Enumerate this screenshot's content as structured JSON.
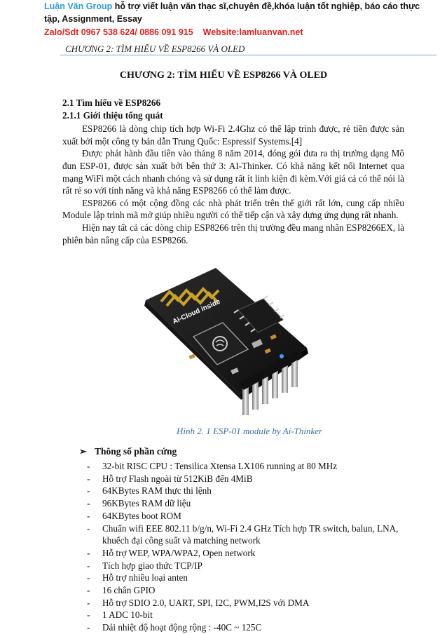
{
  "banner": {
    "brand": "Luận Văn Group",
    "line1_rest": " hỗ trợ viết luận văn thạc sĩ,chuyên đề,khóa luận tốt nghiệp, báo cáo thực",
    "line2": "tập, Assignment, Essay",
    "contact": "Zalo/Sdt 0967 538 624/ 0886 091 915",
    "website": "Website:lamluanvan.net"
  },
  "running_head": "CHƯƠNG 2: TÌM HIỂU VỀ ESP8266 VÀ OLED",
  "chapter_title": "CHƯƠNG 2: TÌM HIỂU VỀ ESP8266 VÀ OLED",
  "section": {
    "h2": "2.1 Tìm hiểu về ESP8266",
    "h3": "2.1.1 Giới thiệu tổng quát",
    "paragraphs": [
      "ESP8266 là dòng chip tích hợp Wi-Fi 2.4Ghz có thể lập trình được, rẻ tiền được sản xuất bởi một công ty bán dẫn Trung Quốc: Espressif Systems.[4]",
      "Được phát hành đầu tiên vào tháng 8 năm 2014, đóng gói đưa ra thị trường dạng Mô đun ESP-01, được sản xuất bởi bên thứ 3: AI-Thinker. Có khả năng kết nối Internet qua mạng WiFi một cách nhanh chóng và sử dụng rất ít linh kiện đi kèm.Với giá cả có thể nói là rất rẻ so với tính năng và khả năng ESP8266 có thể làm được.",
      "ESP8266 có một cộng đồng các nhà phát triển trên thế giới rất lớn, cung cấp nhiều Module lập trình mã mở giúp nhiều người có thể tiếp cận và xây dựng ứng dụng rất nhanh.",
      "Hiện nay tất cả các dòng chip ESP8266 trên thị trường đều mang nhãn ESP8266EX, là phiên bản nâng cấp của ESP8266."
    ]
  },
  "figure": {
    "board_label": "Ai-Cloud inside",
    "caption": "Hình 2. 1 ESP-01 module by Ai-Thinker"
  },
  "specs": {
    "title": "Thông số phần cứng",
    "arrow": "➢",
    "dash": "-",
    "items": [
      "32-bit RISC CPU : Tensilica Xtensa LX106 running at 80 MHz",
      "Hỗ trợ Flash ngoài từ 512KiB đến 4MiB",
      "64KBytes RAM thực thi lệnh",
      "96KBytes RAM dữ liệu",
      "64KBytes boot ROM",
      "Chuẩn wifi EEE 802.11 b/g/n, Wi-Fi 2.4 GHz Tích hợp TR switch, balun, LNA, khuếch đại công suất và matching network",
      "Hỗ trợ WEP, WPA/WPA2, Open network",
      "Tích hợp giao thức TCP/IP",
      "Hỗ trợ nhiều loại anten",
      "16 chân GPIO",
      "Hỗ trợ SDIO 2.0, UART, SPI, I2C, PWM,I2S với DMA",
      "1 ADC 10-bit",
      "Dải nhiệt độ hoạt động rộng : -40C ~ 125C"
    ]
  },
  "colors": {
    "brand": "#2e9bd6",
    "contact": "#e02020",
    "caption": "#3a6ea8",
    "rule": "#7a9ec6",
    "board": "#1c1c1c",
    "gold": "#c9a227"
  }
}
